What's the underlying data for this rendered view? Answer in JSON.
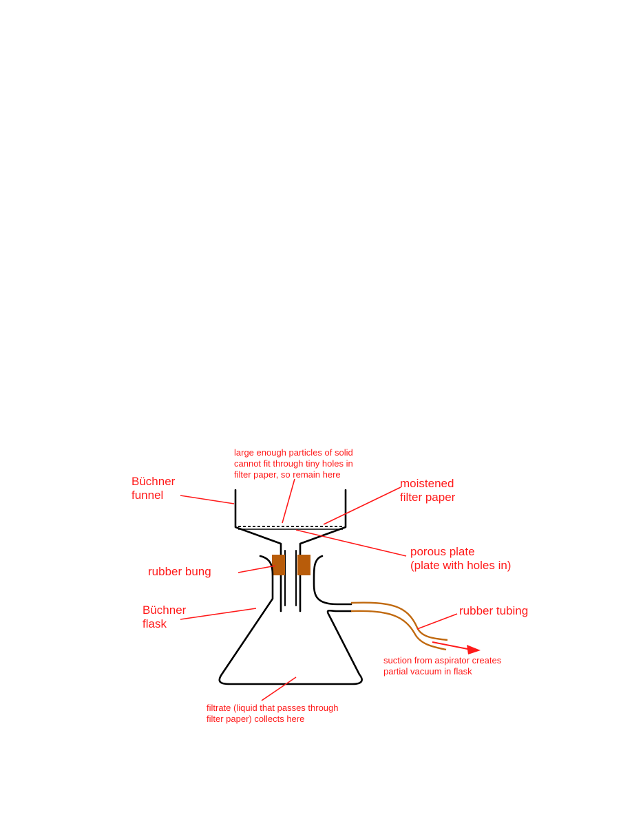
{
  "labels": {
    "particles": [
      "large enough particles of solid",
      "cannot fit through tiny holes in",
      "filter paper, so remain here"
    ],
    "buchner_funnel": [
      "Büchner",
      "funnel"
    ],
    "moistened_filter_paper": [
      "moistened",
      "filter paper"
    ],
    "porous_plate": [
      "porous plate",
      "(plate with holes in)"
    ],
    "rubber_bung": "rubber bung",
    "buchner_flask": [
      "Büchner",
      "flask"
    ],
    "rubber_tubing": "rubber tubing",
    "suction": [
      "suction from aspirator creates",
      "partial vacuum in flask"
    ],
    "filtrate": [
      "filtrate (liquid that passes through",
      "filter paper) collects here"
    ]
  },
  "colors": {
    "label": "#ff1a1a",
    "glass": "#000000",
    "rubber_bung": "#b85c0a",
    "tubing": "#c0690f",
    "background": "#ffffff"
  }
}
